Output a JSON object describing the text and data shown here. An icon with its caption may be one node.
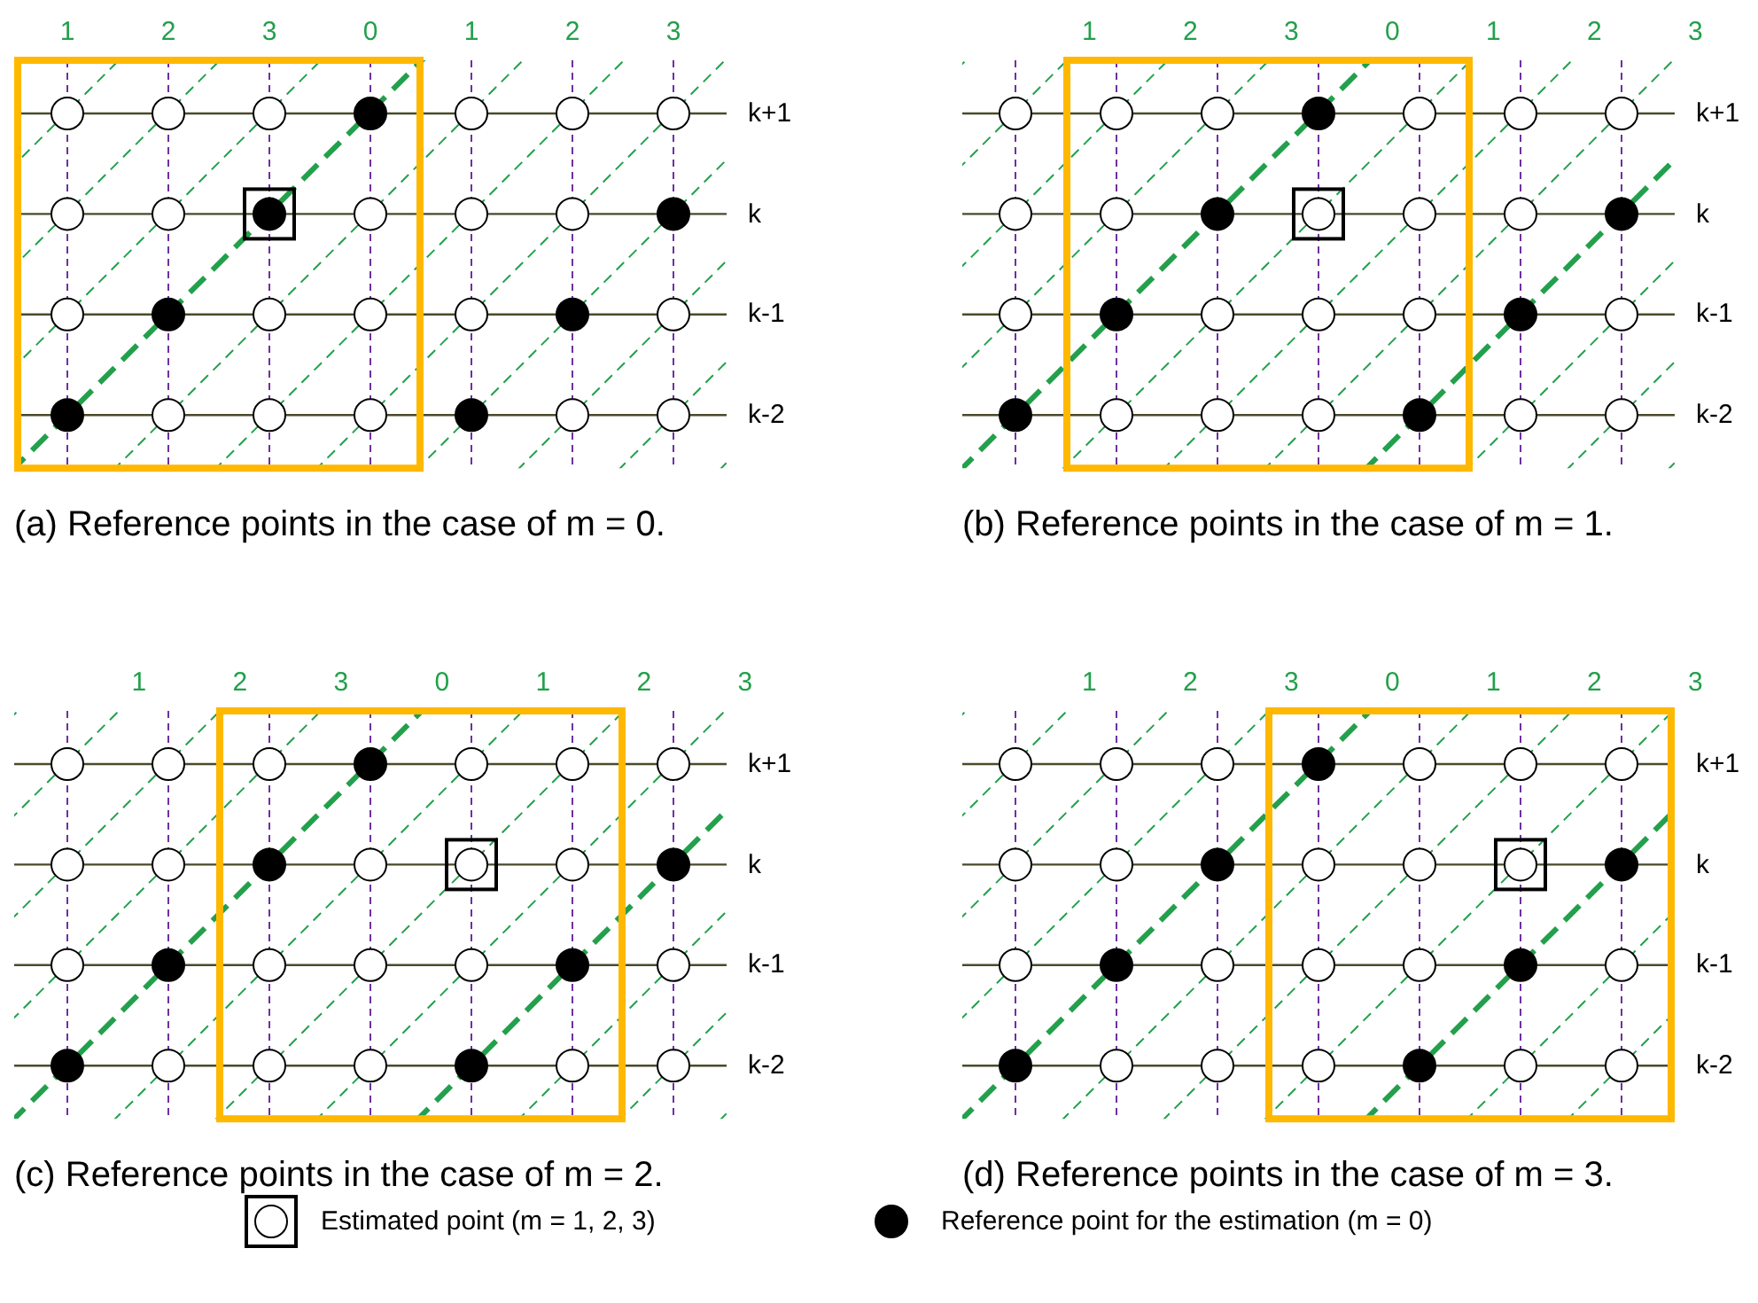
{
  "diagram": {
    "labels": [
      "1",
      "2",
      "3",
      "0",
      "1",
      "2",
      "3",
      "1",
      "2",
      "3",
      "0",
      "1",
      "2",
      "3",
      "k+1",
      "k+1",
      "k",
      "k",
      "k-1",
      "k-1",
      "k-2",
      "k-2",
      "(a) Reference points in the case of  m = 0.",
      "(b) Reference points in the case of  m = 1.",
      "1",
      "2",
      "3",
      "0",
      "1",
      "2",
      "3",
      "1",
      "2",
      "3",
      "0",
      "1",
      "2",
      "3",
      "k+1",
      "k+1",
      "k",
      "k",
      "k-1",
      "k-1",
      "k-2",
      "k-2",
      "(c) Reference points in the case of  m = 2.",
      "(d) Reference points in the case of  m = 3."
    ],
    "legend": [
      {
        "text": "Estimated point (m = 1, 2, 3)"
      },
      {
        "text": "Reference point for the estimation (m = 0)"
      }
    ]
  }
}
